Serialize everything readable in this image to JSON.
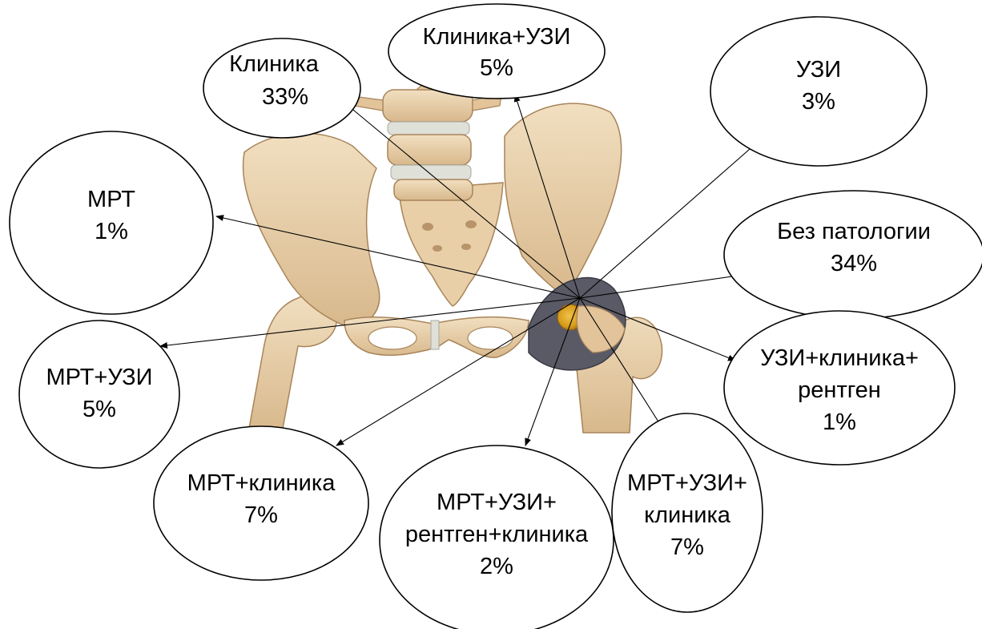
{
  "figure": {
    "colors": {
      "bone": "#ead2ae",
      "bone_shadow": "#c9a77a",
      "bone_dark": "#a8845a",
      "disc": "#dfe0d8",
      "cartilage": "#5a5a66",
      "femoral_head": "#d59b18",
      "ellipse_stroke": "#000000",
      "arrow": "#000000"
    }
  },
  "bubbles": [
    {
      "id": "clinic",
      "lines": [
        "Клиника",
        "33%"
      ]
    },
    {
      "id": "clinic-us",
      "lines": [
        "Клиника+УЗИ",
        "5%"
      ]
    },
    {
      "id": "us",
      "lines": [
        "УЗИ",
        "3%"
      ]
    },
    {
      "id": "mri",
      "lines": [
        "МРТ",
        "1%"
      ]
    },
    {
      "id": "no-pathology",
      "lines": [
        "Без патологии",
        "34%"
      ]
    },
    {
      "id": "mri-us",
      "lines": [
        "МРТ+УЗИ",
        "5%"
      ]
    },
    {
      "id": "us-clinic-xray",
      "lines": [
        "УЗИ+клиника+",
        "рентген",
        "1%"
      ]
    },
    {
      "id": "mri-clinic",
      "lines": [
        "МРТ+клиника",
        "7%"
      ]
    },
    {
      "id": "mri-us-xray-clinic",
      "lines": [
        "МРТ+УЗИ+",
        "рентген+клиника",
        "2%"
      ]
    },
    {
      "id": "mri-us-clinic",
      "lines": [
        "МРТ+УЗИ+",
        "клиника",
        "7%"
      ]
    }
  ]
}
